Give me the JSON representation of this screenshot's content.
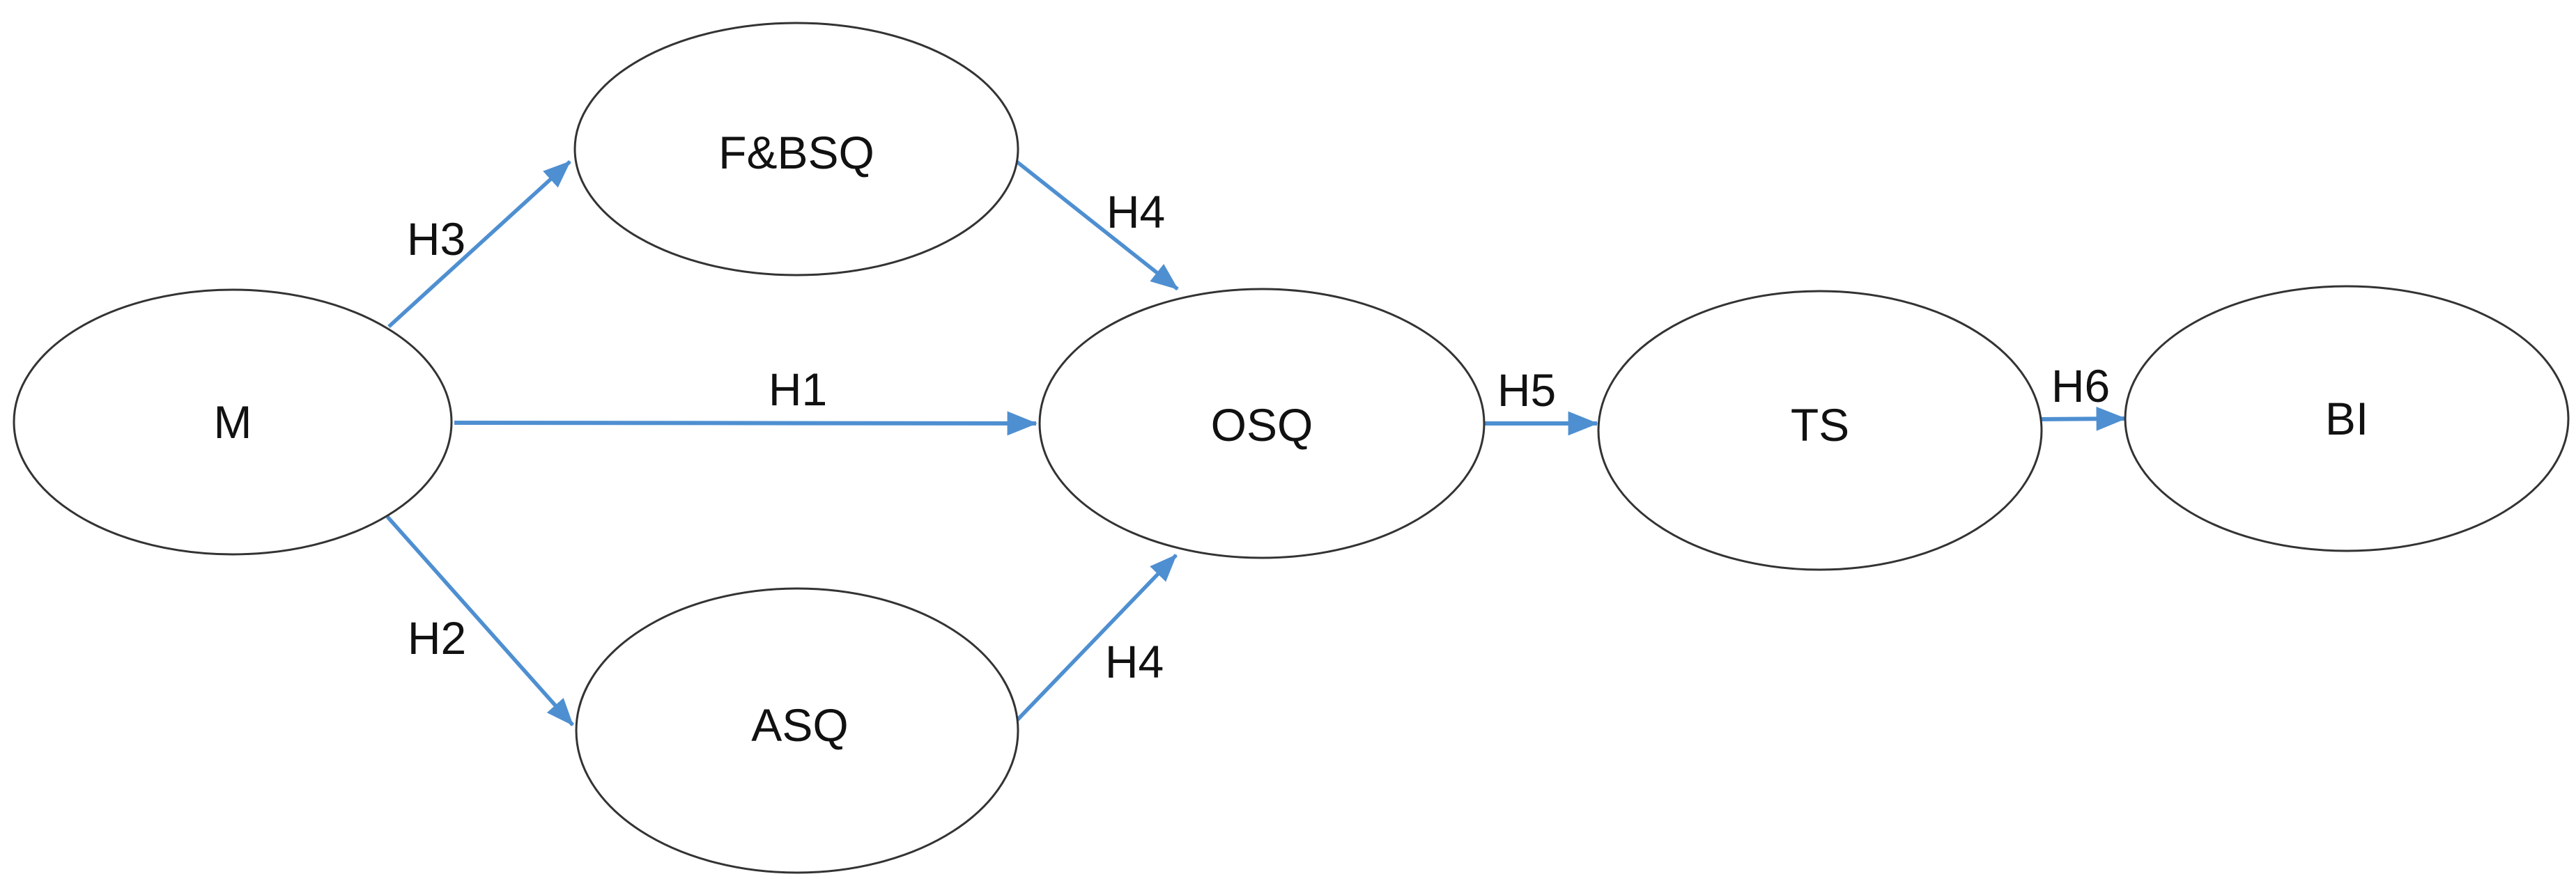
{
  "diagram": {
    "type": "path-model",
    "arrow_color": "#4E8FD1",
    "node_stroke_color": "#333333",
    "text_color": "#111111",
    "background_color": "#ffffff",
    "nodes": [
      {
        "id": "M",
        "label": "M"
      },
      {
        "id": "FBSQ",
        "label": "F&BSQ"
      },
      {
        "id": "ASQ",
        "label": "ASQ"
      },
      {
        "id": "OSQ",
        "label": "OSQ"
      },
      {
        "id": "TS",
        "label": "TS"
      },
      {
        "id": "BI",
        "label": "BI"
      }
    ],
    "edges": [
      {
        "label": "H3",
        "from": "M",
        "to": "FBSQ"
      },
      {
        "label": "H1",
        "from": "M",
        "to": "OSQ"
      },
      {
        "label": "H2",
        "from": "M",
        "to": "ASQ"
      },
      {
        "label": "H4",
        "from": "FBSQ",
        "to": "OSQ"
      },
      {
        "label": "H4",
        "from": "ASQ",
        "to": "OSQ"
      },
      {
        "label": "H5",
        "from": "OSQ",
        "to": "TS"
      },
      {
        "label": "H6",
        "from": "TS",
        "to": "BI"
      }
    ]
  }
}
